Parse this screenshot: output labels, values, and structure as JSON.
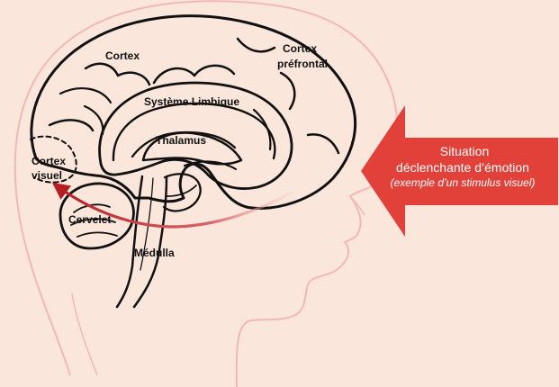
{
  "colors": {
    "background": "#fbe6dc",
    "head_outline": "#f2b7b7",
    "brain_outline": "#111111",
    "stimulus_arrow": "#e2413a",
    "visual_pathway": "#b51f24"
  },
  "brain_labels": {
    "cortex": "Cortex",
    "prefrontal_line1": "Cortex",
    "prefrontal_line2": "préfrontal",
    "limbic": "Système Limbique",
    "thalamus": "Thalamus",
    "visual_line1": "Cortex",
    "visual_line2": "visuel",
    "cerebellum": "Cervelet",
    "medulla": "Médulla"
  },
  "stimulus": {
    "line1": "Situation",
    "line2": "déclenchante d’émotion",
    "line3": "(exemple d’un stimulus visuel)"
  }
}
